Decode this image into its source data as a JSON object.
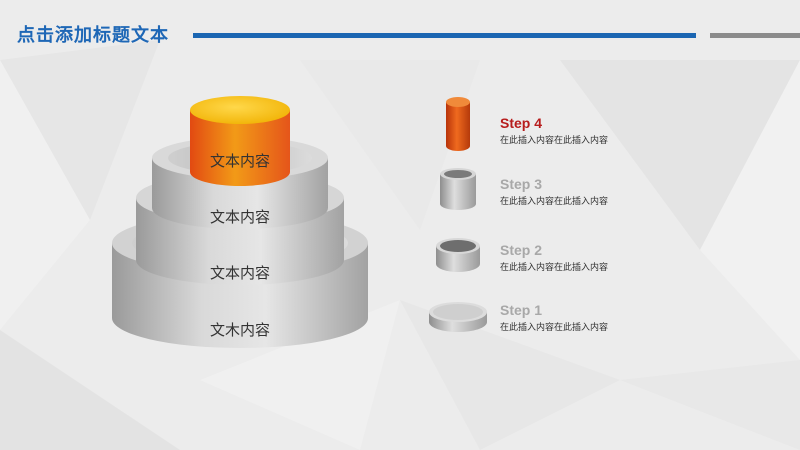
{
  "title": "点击添加标题文本",
  "pyramid": {
    "tiers": [
      {
        "label": "文本内容"
      },
      {
        "label": "文本内容"
      },
      {
        "label": "文本内容"
      },
      {
        "label": "文木内容"
      }
    ]
  },
  "steps": [
    {
      "title": "Step 4",
      "desc": "在此插入内容在此插入内容"
    },
    {
      "title": "Step 3",
      "desc": "在此插入内容在此插入内容"
    },
    {
      "title": "Step 2",
      "desc": "在此插入内容在此插入内容"
    },
    {
      "title": "Step 1",
      "desc": "在此插入内容在此插入内容"
    }
  ],
  "colors": {
    "title": "#1e67b6",
    "accent_red": "#b71c1c",
    "step_gray": "#a8a8a8",
    "orange_top": "#f2b400",
    "orange_side": "#e0541c"
  }
}
